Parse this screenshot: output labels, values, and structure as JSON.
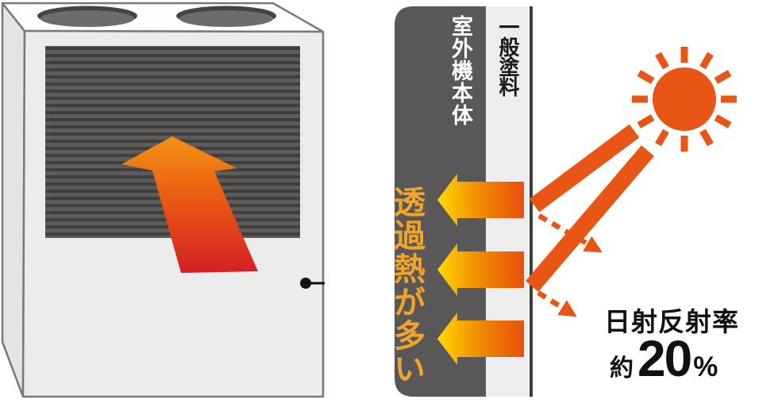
{
  "diagram": {
    "left_illustration": "outdoor-air-conditioner-unit",
    "panel": {
      "body_label": "室外機本体",
      "paint_label": "一般塗料",
      "heat_label": "透過熱が多い",
      "reflectance": {
        "title": "日射反射率",
        "approx": "約",
        "value": "20",
        "unit": "%"
      }
    },
    "icons": [
      "sun-icon",
      "up-heat-arrow-icon",
      "left-heat-arrow-icon",
      "reflected-ray-dashed-arrow-icon"
    ],
    "colors": {
      "accent_orange": "#e95514",
      "heat_text_yellow": "#f1a42c",
      "arrow_gradient_yellow": "#ffd905",
      "unit_arrow_red": "#d31f27",
      "dark_band_gray": "#595757",
      "paint_band_gray": "#ededed",
      "surface_line": "#3d3d3d",
      "text_black": "#111111",
      "text_white": "#ffffff"
    }
  }
}
